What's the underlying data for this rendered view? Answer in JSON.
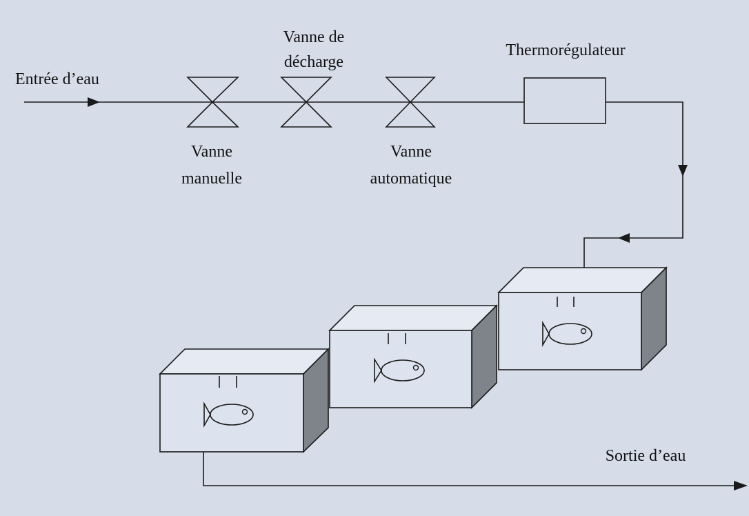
{
  "labels": {
    "inlet": "Entrée d’eau",
    "manual_valve_1": "Vanne",
    "manual_valve_2": "manuelle",
    "discharge_valve_1": "Vanne de",
    "discharge_valve_2": "décharge",
    "auto_valve_1": "Vanne",
    "auto_valve_2": "automatique",
    "thermoregulator": "Thermorégulateur",
    "outlet": "Sortie d’eau"
  },
  "tanks": [
    {
      "icon": "fish-icon"
    },
    {
      "icon": "fish-icon"
    },
    {
      "icon": "fish-icon"
    }
  ],
  "colors": {
    "background": "#d6dde9",
    "tank_side": "#7f838a",
    "line": "#1a1a1a"
  }
}
